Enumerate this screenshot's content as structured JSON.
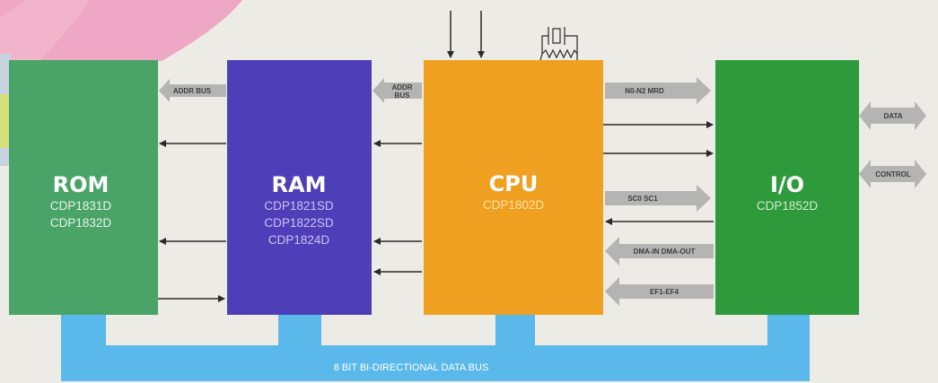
{
  "colors": {
    "rom": "#4aa468",
    "ram": "#4e3fb8",
    "cpu": "#f0a020",
    "io": "#2f9a3c",
    "bus": "#5bb8ea",
    "gray_arrow": "#b4b4b2",
    "line": "#2a2a2a"
  },
  "blocks": {
    "rom": {
      "title": "ROM",
      "lines": [
        "CDP1831D",
        "CDP1832D"
      ]
    },
    "ram": {
      "title": "RAM",
      "lines": [
        "CDP1821SD",
        "CDP1822SD",
        "CDP1824D"
      ]
    },
    "cpu": {
      "title": "CPU",
      "lines": [
        "CDP1802D"
      ]
    },
    "io": {
      "title": "I/O",
      "lines": [
        "CDP1852D"
      ]
    }
  },
  "labels": {
    "addr_bus_rom": "ADDR BUS",
    "addr_bus_ram_1": "ADDR",
    "addr_bus_ram_2": "BUS",
    "n_mrd": "N0-N2 MRD",
    "sc": "SC0 SC1",
    "dma": "DMA-IN DMA-OUT",
    "ef": "EF1-EF4",
    "data": "DATA",
    "control": "CONTROL",
    "data_bus": "8 BIT BI-DIRECTIONAL DATA BUS"
  }
}
